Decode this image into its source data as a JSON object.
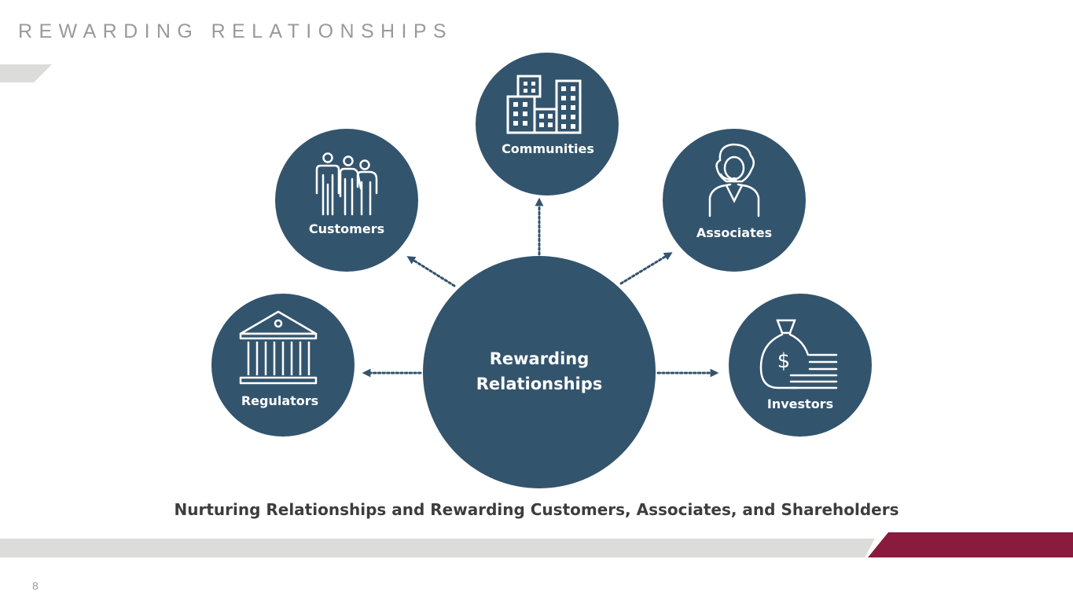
{
  "slide": {
    "title": "REWARDING RELATIONSHIPS",
    "tagline": "Nurturing Relationships and Rewarding Customers, Associates, and Shareholders",
    "page_number": "8"
  },
  "diagram": {
    "center": {
      "line1": "Rewarding",
      "line2": "Relationships"
    },
    "nodes": {
      "communities": {
        "label": "Communities",
        "icon": "buildings-icon"
      },
      "customers": {
        "label": "Customers",
        "icon": "people-group-icon"
      },
      "associates": {
        "label": "Associates",
        "icon": "headset-person-icon"
      },
      "regulators": {
        "label": "Regulators",
        "icon": "bank-building-icon"
      },
      "investors": {
        "label": "Investors",
        "icon": "money-bag-icon"
      }
    }
  },
  "colors": {
    "circle_fill": "#33546d",
    "connector": "#33546d",
    "title_gray": "#9a9a9a",
    "band_gray": "#dcdcda",
    "accent_maroon": "#8a1a3e",
    "tagline_text": "#3d3d3d"
  }
}
